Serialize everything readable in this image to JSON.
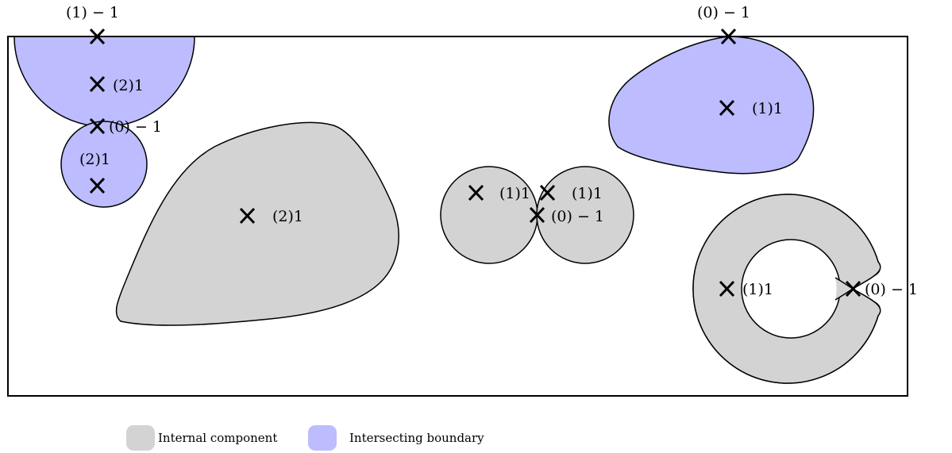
{
  "colors": {
    "internal_fill": "#d3d3d3",
    "boundary_fill": "#bcbcff",
    "stroke": "#000000",
    "background": "#ffffff"
  },
  "marker_icon": "x-cross-icon",
  "labels": {
    "top_left_boundary": "(1) − 1",
    "top_left_inner": "(2)1",
    "top_left_tangent": "(0) − 1",
    "small_circle": "(2)1",
    "large_blob": "(2)1",
    "twin_left": "(1)1",
    "twin_right": "(1)1",
    "twin_tangent": "(0) − 1",
    "top_right_boundary": "(0) − 1",
    "top_right_inner": "(1)1",
    "annulus_inner": "(1)1",
    "annulus_pinch": "(0) − 1"
  },
  "legend": [
    {
      "label": "Internal component",
      "color": "#d3d3d3"
    },
    {
      "label": "Intersecting boundary",
      "color": "#bcbcff"
    }
  ]
}
